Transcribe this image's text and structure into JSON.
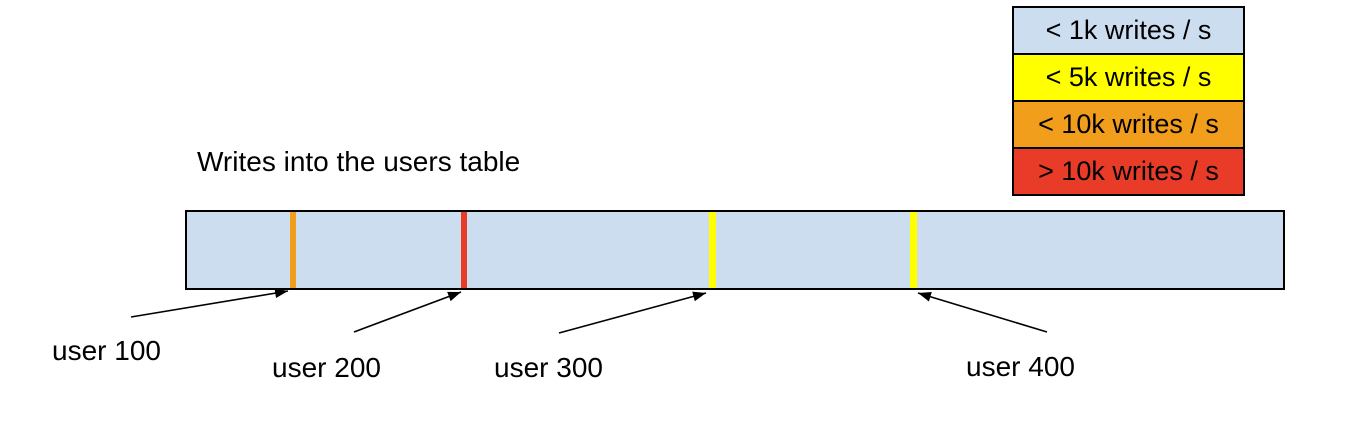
{
  "title": "Writes into the users table",
  "colors": {
    "light_blue": "#cdddf0",
    "yellow": "#ffff00",
    "orange": "#f09e1b",
    "red": "#e83c28",
    "outline": "#000000"
  },
  "legend": {
    "items": [
      {
        "label": "< 1k writes / s",
        "color": "#cdddf0"
      },
      {
        "label": "< 5k writes / s",
        "color": "#ffff00"
      },
      {
        "label": "< 10k writes / s",
        "color": "#f09e1b"
      },
      {
        "label": "> 10k writes / s",
        "color": "#e83c28"
      }
    ]
  },
  "bar": {
    "fill": "#cdddf0",
    "stripes": [
      {
        "user": "user 100",
        "color": "#f09e1b"
      },
      {
        "user": "user 200",
        "color": "#e83c28"
      },
      {
        "user": "user 300",
        "color": "#ffff00"
      },
      {
        "user": "user 400",
        "color": "#ffff00"
      }
    ]
  }
}
